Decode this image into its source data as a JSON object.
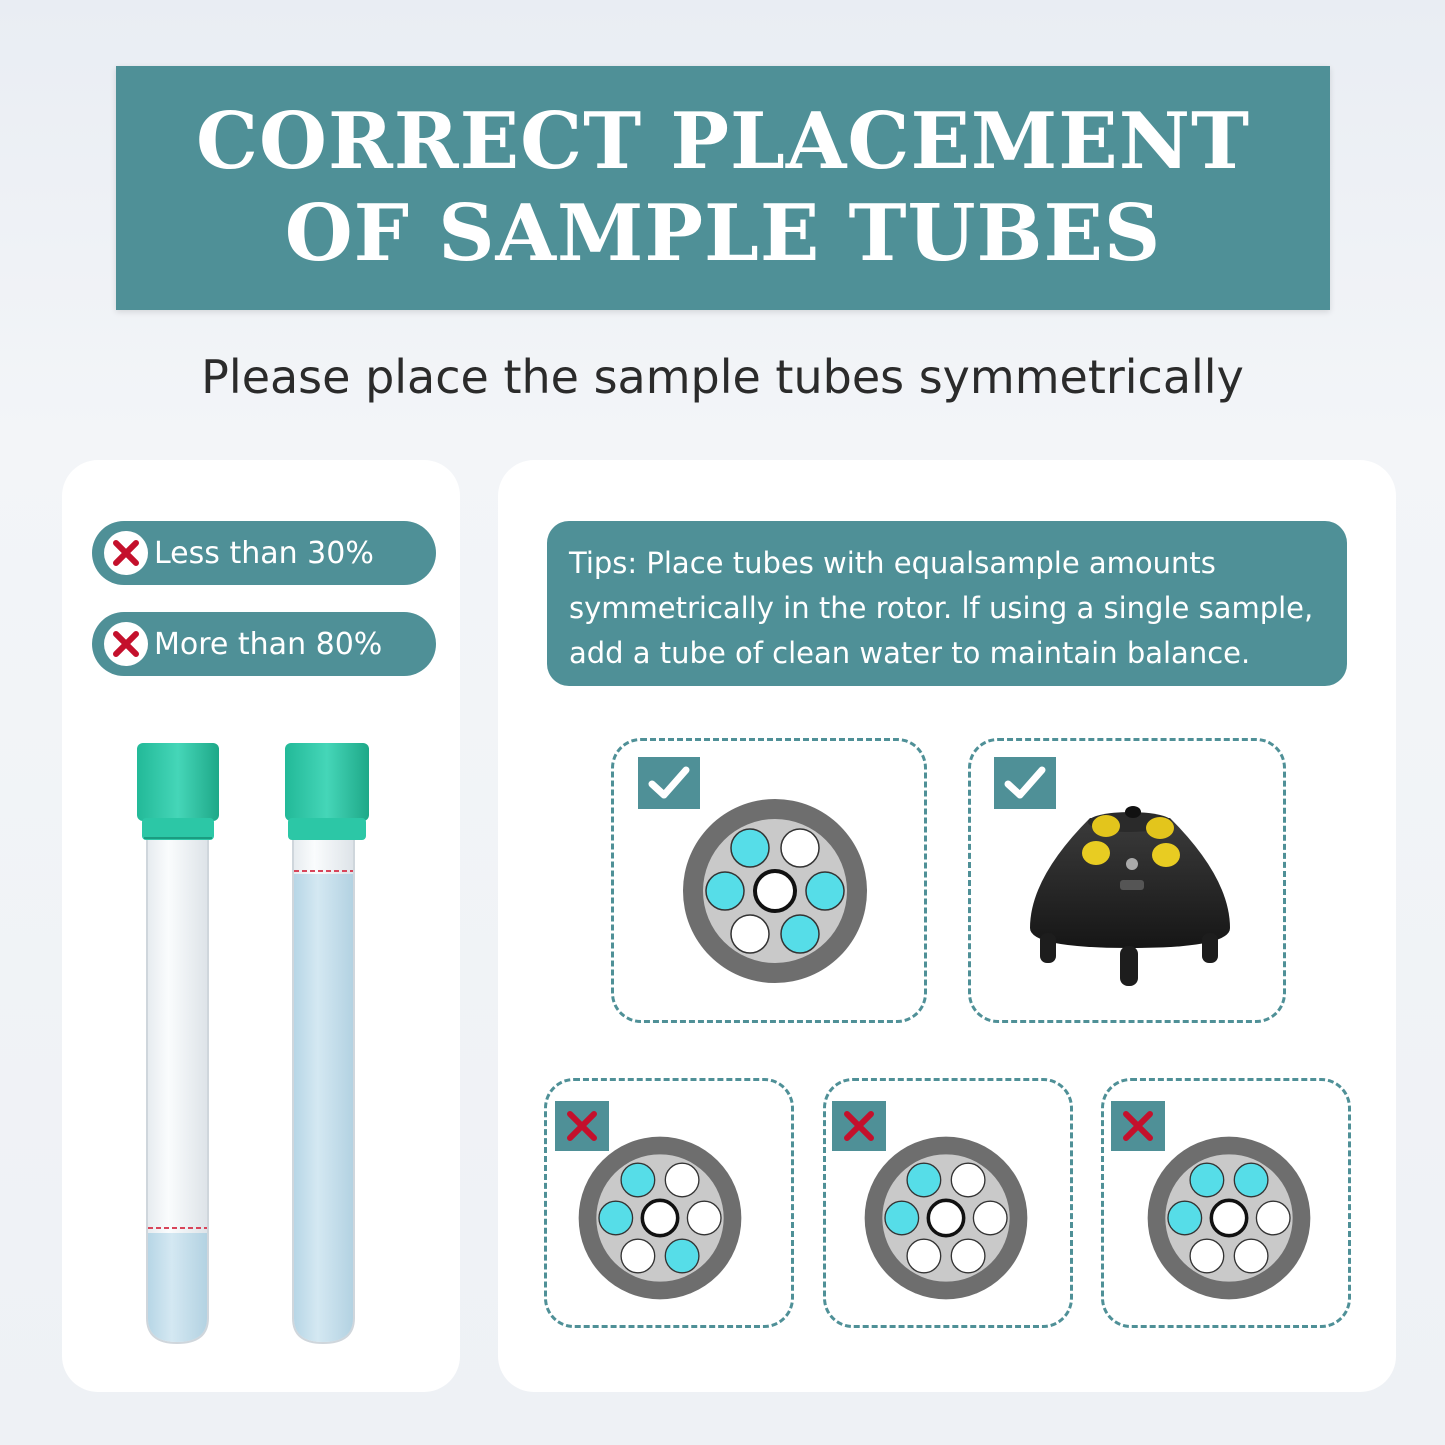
{
  "banner": {
    "line1": "CORRECT PLACEMENT",
    "line2": "OF SAMPLE TUBES"
  },
  "subtitle": "Please place the sample tubes symmetrically",
  "warnings": [
    {
      "label": "Less than 30%",
      "icon": "x-icon"
    },
    {
      "label": "More than 80%",
      "icon": "x-icon"
    }
  ],
  "tips": {
    "line1": "Tips: Place tubes with equalsample amounts",
    "line2": "symmetrically in the rotor. lf using a single sample,",
    "line3": "add a tube of clean water to maintain balance."
  },
  "colors": {
    "teal": "#4f9097",
    "cyan": "#56dde8",
    "rotor": "#6e6e6e",
    "red": "#c4102c",
    "cap": "#1fbfa0"
  },
  "diagrams": [
    {
      "status": "correct",
      "icon": "check-icon"
    },
    {
      "status": "correct",
      "icon": "check-icon"
    },
    {
      "status": "incorrect",
      "icon": "x-icon"
    },
    {
      "status": "incorrect",
      "icon": "x-icon"
    },
    {
      "status": "incorrect",
      "icon": "x-icon"
    }
  ]
}
